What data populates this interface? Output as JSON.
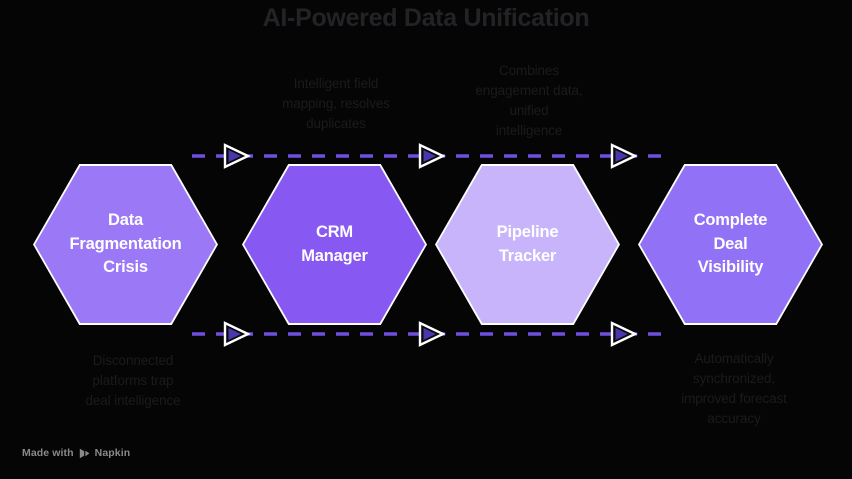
{
  "title": "AI-Powered Data Unification",
  "colors": {
    "background": "#050505",
    "title_text": "#232327",
    "caption_text": "#1b1b1e",
    "arrow": "#6f4ee0",
    "arrow_head_outline": "#ffffff",
    "node_text": "#ffffff",
    "watermark_text": "#8a8a8a"
  },
  "nodes": [
    {
      "label": "Data\nFragmentation\nCrisis",
      "fill": "#9b78f5"
    },
    {
      "label": "CRM\nManager",
      "fill": "#8859f2"
    },
    {
      "label": "Pipeline\nTracker",
      "fill": "#c7b4fb"
    },
    {
      "label": "Complete\nDeal\nVisibility",
      "fill": "#9171f6"
    }
  ],
  "captions": {
    "top": [
      "Intelligent field\nmapping, resolves\nduplicates",
      "Combines\nengagement data,\nunified\nintelligence"
    ],
    "bottom": [
      "Disconnected\nplatforms trap\ndeal intelligence",
      "Automatically\nsynchronized,\nimproved forecast\naccuracy"
    ]
  },
  "flow": {
    "arrow_style": "dashed",
    "arrow_head": "hollow-triangle",
    "rows": 2,
    "arrows_per_row": 3
  },
  "watermark": {
    "prefix": "Made with",
    "brand": "Napkin",
    "icon": "napkin-play-icon"
  }
}
